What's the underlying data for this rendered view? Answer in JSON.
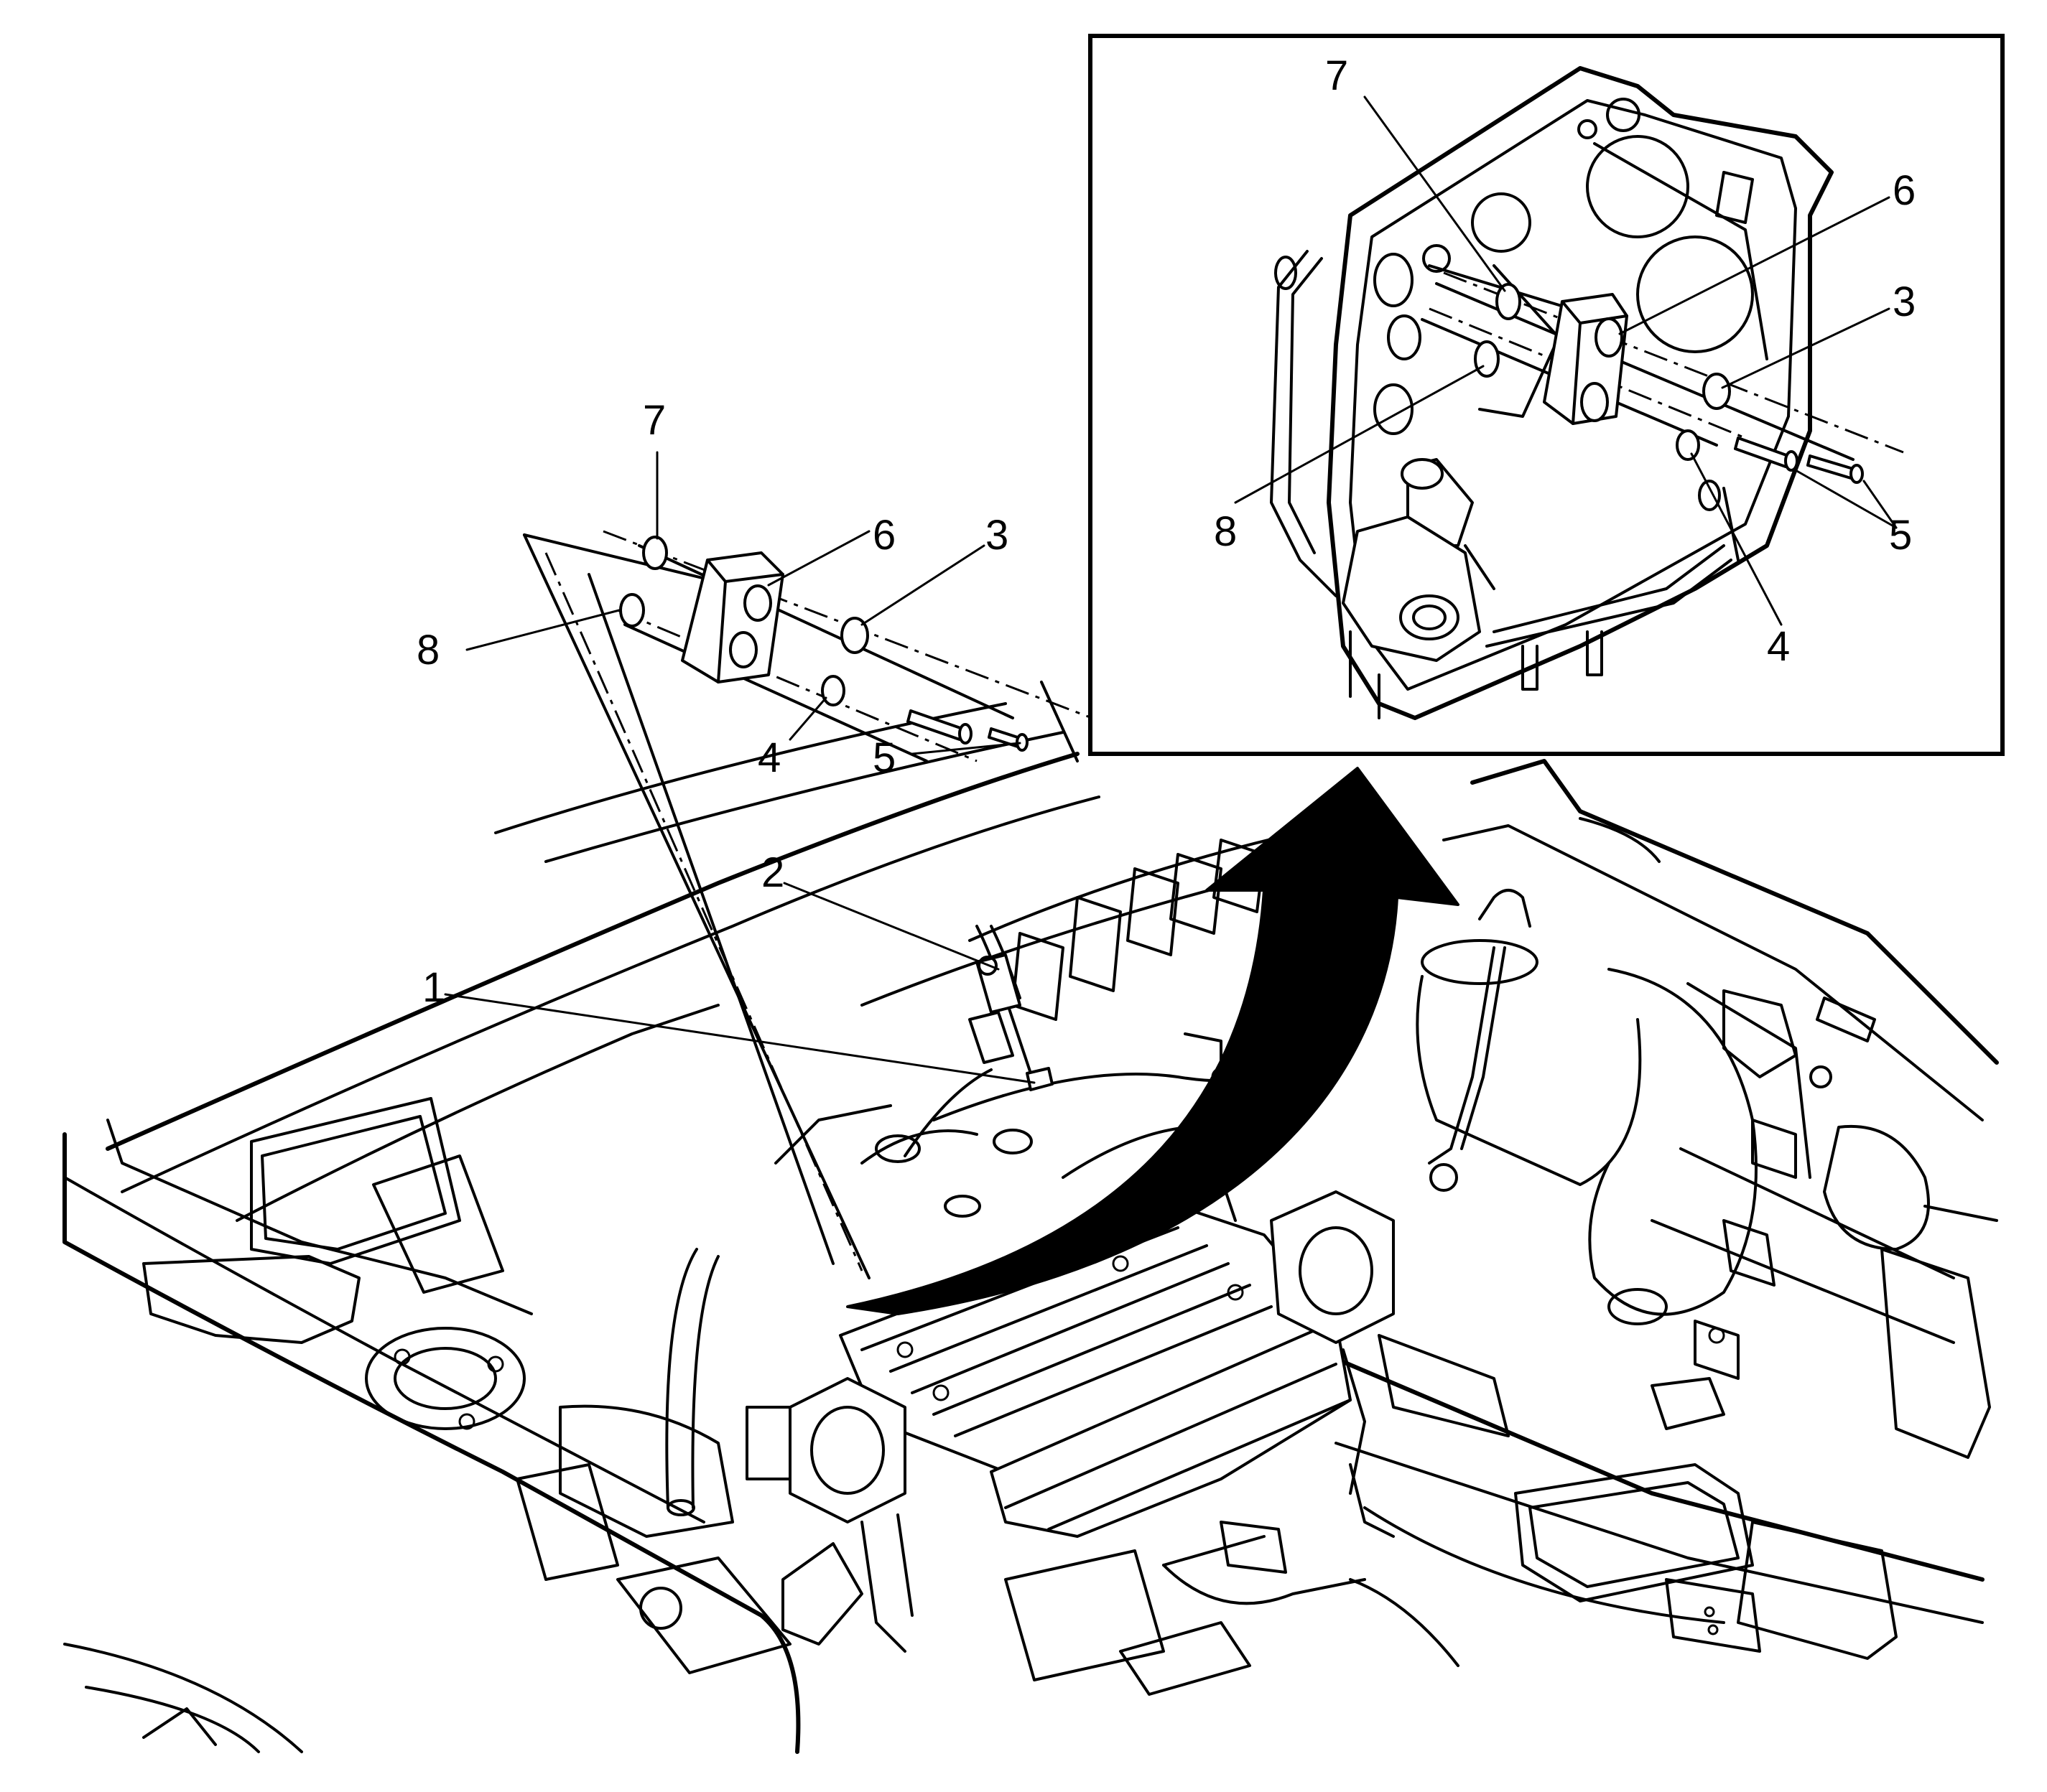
{
  "callouts": {
    "c1": "1",
    "c2": "2",
    "c3": "3",
    "c4": "4",
    "c5": "5",
    "c6": "6",
    "c7": "7",
    "c8": "8"
  },
  "inset_callouts": {
    "c3": "3",
    "c4": "4",
    "c5": "5",
    "c6": "6",
    "c7": "7",
    "c8": "8"
  },
  "colors": {
    "line": "#000000",
    "background": "#ffffff",
    "arrow_fill": "#000000"
  },
  "icons": {
    "detail_arrow": "curved-arrow-icon"
  }
}
